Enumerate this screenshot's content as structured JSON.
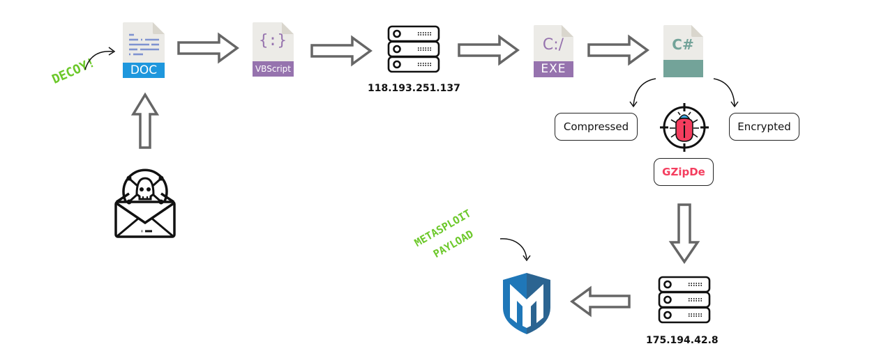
{
  "diagram": {
    "decoy_annotation": "DECOY!",
    "metasploit_annotation_line1": "METASPLOIT",
    "metasploit_annotation_line2": "PAYLOAD",
    "files": {
      "doc": {
        "label": "DOC",
        "color": "#1e97dd"
      },
      "vbscript": {
        "label": "VBScript",
        "glyph": "{:}",
        "color": "#9673ae"
      },
      "exe": {
        "label": "EXE",
        "glyph": "C:/",
        "color": "#9673ae"
      },
      "csharp": {
        "glyph": "C#",
        "color": "#73a399"
      }
    },
    "servers": {
      "first_ip": "118.193.251.137",
      "second_ip": "175.194.42.8"
    },
    "branches": {
      "left": "Compressed",
      "right": "Encrypted",
      "malware_name": "GZipDe"
    },
    "colors": {
      "annotation_green": "#6cc82a",
      "malware_red": "#f43d5e",
      "arrow_gray": "#666666",
      "metasploit_blue_light": "#1f77b8",
      "metasploit_blue_dark": "#2b6491"
    }
  }
}
